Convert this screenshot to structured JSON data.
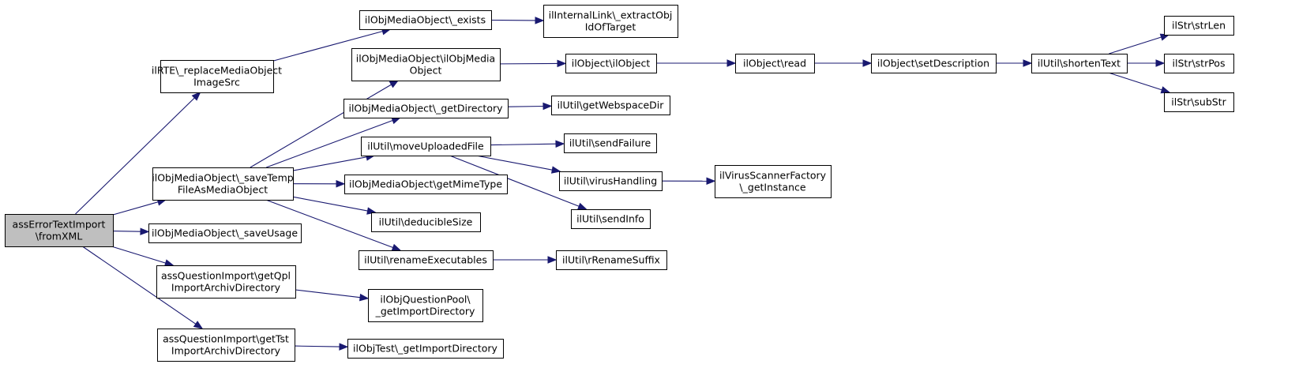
{
  "diagram": {
    "nodes": [
      {
        "id": "root",
        "lines": [
          "assErrorTextImport",
          "\\fromXML"
        ],
        "root": true
      },
      {
        "id": "rte",
        "lines": [
          "ilRTE\\_replaceMediaObject",
          "ImageSrc"
        ]
      },
      {
        "id": "saveTemp",
        "lines": [
          "ilObjMediaObject\\_saveTemp",
          "FileAsMediaObject"
        ]
      },
      {
        "id": "saveUsage",
        "lines": [
          "ilObjMediaObject\\_saveUsage"
        ]
      },
      {
        "id": "qplDir",
        "lines": [
          "assQuestionImport\\getQpl",
          "ImportArchivDirectory"
        ]
      },
      {
        "id": "tstDir",
        "lines": [
          "assQuestionImport\\getTst",
          "ImportArchivDirectory"
        ]
      },
      {
        "id": "exists",
        "lines": [
          "ilObjMediaObject\\_exists"
        ]
      },
      {
        "id": "mobCtor",
        "lines": [
          "ilObjMediaObject\\ilObjMedia",
          "Object"
        ]
      },
      {
        "id": "getDir",
        "lines": [
          "ilObjMediaObject\\_getDirectory"
        ]
      },
      {
        "id": "moveUpl",
        "lines": [
          "ilUtil\\moveUploadedFile"
        ]
      },
      {
        "id": "mime",
        "lines": [
          "ilObjMediaObject\\getMimeType"
        ]
      },
      {
        "id": "deduc",
        "lines": [
          "ilUtil\\deducibleSize"
        ]
      },
      {
        "id": "renameExe",
        "lines": [
          "ilUtil\\renameExecutables"
        ]
      },
      {
        "id": "qpImpDir",
        "lines": [
          "ilObjQuestionPool\\",
          "_getImportDirectory"
        ]
      },
      {
        "id": "tstImpDir",
        "lines": [
          "ilObjTest\\_getImportDirectory"
        ]
      },
      {
        "id": "extract",
        "lines": [
          "ilInternalLink\\_extractObj",
          "IdOfTarget"
        ]
      },
      {
        "id": "objCtor",
        "lines": [
          "ilObject\\ilObject"
        ]
      },
      {
        "id": "webspace",
        "lines": [
          "ilUtil\\getWebspaceDir"
        ]
      },
      {
        "id": "sendFail",
        "lines": [
          "ilUtil\\sendFailure"
        ]
      },
      {
        "id": "virus",
        "lines": [
          "ilUtil\\virusHandling"
        ]
      },
      {
        "id": "sendInfo",
        "lines": [
          "ilUtil\\sendInfo"
        ]
      },
      {
        "id": "rRename",
        "lines": [
          "ilUtil\\rRenameSuffix"
        ]
      },
      {
        "id": "virusFac",
        "lines": [
          "ilVirusScannerFactory",
          "\\_getInstance"
        ]
      },
      {
        "id": "read",
        "lines": [
          "ilObject\\read"
        ]
      },
      {
        "id": "setDesc",
        "lines": [
          "ilObject\\setDescription"
        ]
      },
      {
        "id": "shorten",
        "lines": [
          "ilUtil\\shortenText"
        ]
      },
      {
        "id": "strLen",
        "lines": [
          "ilStr\\strLen"
        ]
      },
      {
        "id": "strPos",
        "lines": [
          "ilStr\\strPos"
        ]
      },
      {
        "id": "subStr",
        "lines": [
          "ilStr\\subStr"
        ]
      }
    ],
    "edges": [
      {
        "from": "root",
        "to": "rte"
      },
      {
        "from": "root",
        "to": "saveTemp"
      },
      {
        "from": "root",
        "to": "saveUsage"
      },
      {
        "from": "root",
        "to": "qplDir"
      },
      {
        "from": "root",
        "to": "tstDir"
      },
      {
        "from": "rte",
        "to": "exists"
      },
      {
        "from": "saveTemp",
        "to": "mobCtor"
      },
      {
        "from": "saveTemp",
        "to": "getDir"
      },
      {
        "from": "saveTemp",
        "to": "moveUpl"
      },
      {
        "from": "saveTemp",
        "to": "mime"
      },
      {
        "from": "saveTemp",
        "to": "deduc"
      },
      {
        "from": "saveTemp",
        "to": "renameExe"
      },
      {
        "from": "qplDir",
        "to": "qpImpDir"
      },
      {
        "from": "tstDir",
        "to": "tstImpDir"
      },
      {
        "from": "exists",
        "to": "extract"
      },
      {
        "from": "mobCtor",
        "to": "objCtor"
      },
      {
        "from": "getDir",
        "to": "webspace"
      },
      {
        "from": "moveUpl",
        "to": "sendFail"
      },
      {
        "from": "moveUpl",
        "to": "virus"
      },
      {
        "from": "moveUpl",
        "to": "sendInfo"
      },
      {
        "from": "renameExe",
        "to": "rRename"
      },
      {
        "from": "virus",
        "to": "virusFac"
      },
      {
        "from": "objCtor",
        "to": "read"
      },
      {
        "from": "read",
        "to": "setDesc"
      },
      {
        "from": "setDesc",
        "to": "shorten"
      },
      {
        "from": "shorten",
        "to": "strLen"
      },
      {
        "from": "shorten",
        "to": "strPos"
      },
      {
        "from": "shorten",
        "to": "subStr"
      }
    ],
    "colors": {
      "edge": "#191970",
      "root_fill": "#bfbfbf",
      "node_fill": "#ffffff",
      "node_border": "#000000"
    }
  }
}
